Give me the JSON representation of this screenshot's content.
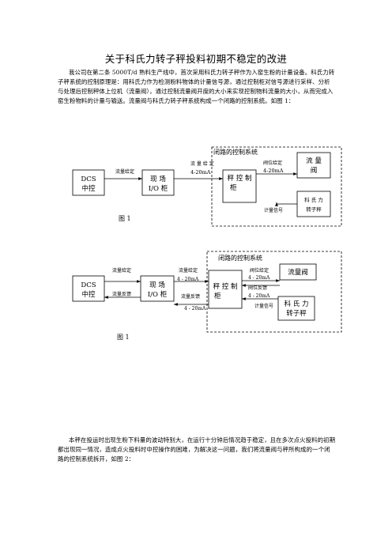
{
  "title": "关于科氏力转子秤投料初期不稳定的改进",
  "intro_paragraph": "我公司在第二条 5000T/d 熟料生产线中，首次采用科氏力转子秤作为入窑生粉的计量设备。科氏力转子秤系统的控制原理是：用科氏力作为检测粉料物体的计量信号源，通过控制柜对信号源进行采样、分析与处理后控制秤体上位机（流量阀），通过控制流量阀开度的大小来实现控制物料流量的大小，从而完成入窑生粉物料的计量与输送。流量阀与科氏力转子秤系统构成一个闭路的控制系统。如图 1：",
  "figure1": {
    "caption": "图 1",
    "loop_label": "闭路的控制系统",
    "dcs": [
      "DCS",
      "中控"
    ],
    "io": [
      "现  场",
      "I/O 柜"
    ],
    "controller": [
      "秤 控 制",
      "柜"
    ],
    "valve": [
      "流  量",
      "阀"
    ],
    "scale": [
      "科  氏  力",
      "转子秤"
    ],
    "sig_flow_setpoint": "流量给定",
    "sig_flow_setpoint_2": "流 量 给 定",
    "sig_current": "4-20mA",
    "sig_valve_setpoint": "阀位给定",
    "sig_current_2": "4-20mA",
    "sig_metering": "计量信号"
  },
  "figure2": {
    "caption": "图 1",
    "loop_label": "闭路的控制系统",
    "dcs": [
      "DCS",
      "中控"
    ],
    "io": [
      "现  场",
      "I/O 柜"
    ],
    "controller": [
      "秤 控 制",
      "柜"
    ],
    "valve": "流量阀",
    "scale": [
      "科 氏 力",
      "转子秤"
    ],
    "sig_flow_setpoint_a": "流量给定",
    "sig_flow_feedback_a": "流量反馈",
    "sig_flow_setpoint_b": "流量给定",
    "sig_current_a": "4 - 20mA",
    "sig_flow_feedback_b": "流量反馈",
    "sig_current_b": "4 - 20mA",
    "sig_valve_setpoint": "阀位给定",
    "sig_current_c": "4 - 20mA",
    "sig_valve_feedback": "阀位反馈",
    "sig_current_d": "4 - 20mA",
    "sig_metering": "计量信号"
  },
  "closing_paragraph": "本秤在投运时出现生粉下料量的波动特别大，在运行十分钟后情况趋于稳定，且在多次点火投料的初期都出现同一情况，造成点火投料时中控操作的困难，为解决这一问题，我们将流量阀与秤所构成的一个闭路的控制系统拆开，如图 2："
}
